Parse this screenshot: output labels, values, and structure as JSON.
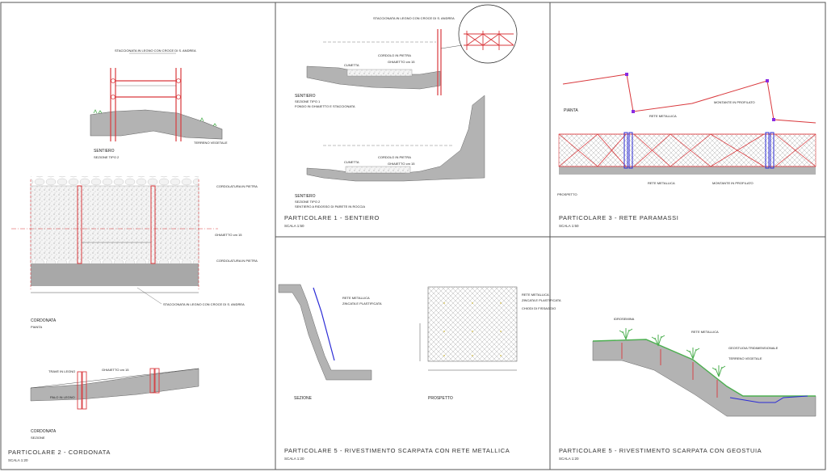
{
  "colors": {
    "frame": "#555555",
    "red": "#d9393d",
    "ground": "#b3b3b3",
    "gravel": "#e6e6e6",
    "grass": "#4caf50",
    "blue": "#2b2bd6",
    "purple": "#8a2be2"
  },
  "panel_1": {
    "title": "PARTICOLARE 1 - SENTIERO",
    "scale": "SCALA 1:50",
    "section_a_label": "SENTIERO",
    "section_a_sub1": "SEZIONE TIPO 1",
    "section_a_sub2": "FONDO IN GHIAIETTO E STACCIONATA",
    "section_b_label": "SENTIERO",
    "section_b_sub1": "SEZIONE TIPO 2",
    "section_b_sub2": "SENTIERO A RIDOSSO DI PARETE IN ROCCIA",
    "note_fence": "STACCIONATA IN LEGNO CON CROCE DI S. ANDREA",
    "note_cordolo": "CORDOLO IN PIETRA",
    "note_ghiaietto": "GHIAIETTO cm 15",
    "note_cunetta": "CUNETTA"
  },
  "panel_2": {
    "title": "PARTICOLARE 2 - CORDONATA",
    "scale": "SCALA 1:20",
    "sentiero_label": "SENTIERO",
    "sentiero_sub": "SEZIONE TIPO 2",
    "terreno": "TERRENO VEGETALE",
    "fence_note": "STACCIONATA IN LEGNO CON CROCE DI S. ANDREA",
    "cordonata_label": "CORDONATA",
    "pianta_label": "PIANTA",
    "cordolatura": "CORDOLATURA IN PIETRA",
    "ghiaietto": "GHIAIETTO cm 15",
    "cordonata_sez_label": "CORDONATA",
    "sezione_label": "SEZIONE",
    "trave": "TRAVE IN LEGNO",
    "palo": "PALO IN LEGNO"
  },
  "panel_3": {
    "title": "PARTICOLARE 3 - RETE PARAMASSI",
    "scale": "SCALA 1:50",
    "pianta_label": "PIANTA",
    "prospetto_label": "PROSPETTO",
    "rete_note": "RETE METALLICA",
    "montante_note": "MONTANTE IN PROFILATO"
  },
  "panel_4": {
    "title": "PARTICOLARE 5 - RIVESTIMENTO SCARPATA CON RETE METALLICA",
    "scale": "SCALA 1:20",
    "sezione_label": "SEZIONE",
    "prospetto_label": "PROSPETTO",
    "rete_note": "RETE METALLICA",
    "zinc_note": "ZINCATA E PLASTIFICATA",
    "chiodi_note": "CHIODI DI FISSAGGIO"
  },
  "panel_5": {
    "title": "PARTICOLARE 5 - RIVESTIMENTO SCARPATA CON GEOSTUIA",
    "scale": "SCALA 1:20",
    "rete_note": "RETE METALLICA",
    "geostuoia_note": "GEOSTUOIA TRIDIMENSIONALE",
    "terreno_note": "TERRENO VEGETALE",
    "idrosemina_note": "IDROSEMINA"
  }
}
